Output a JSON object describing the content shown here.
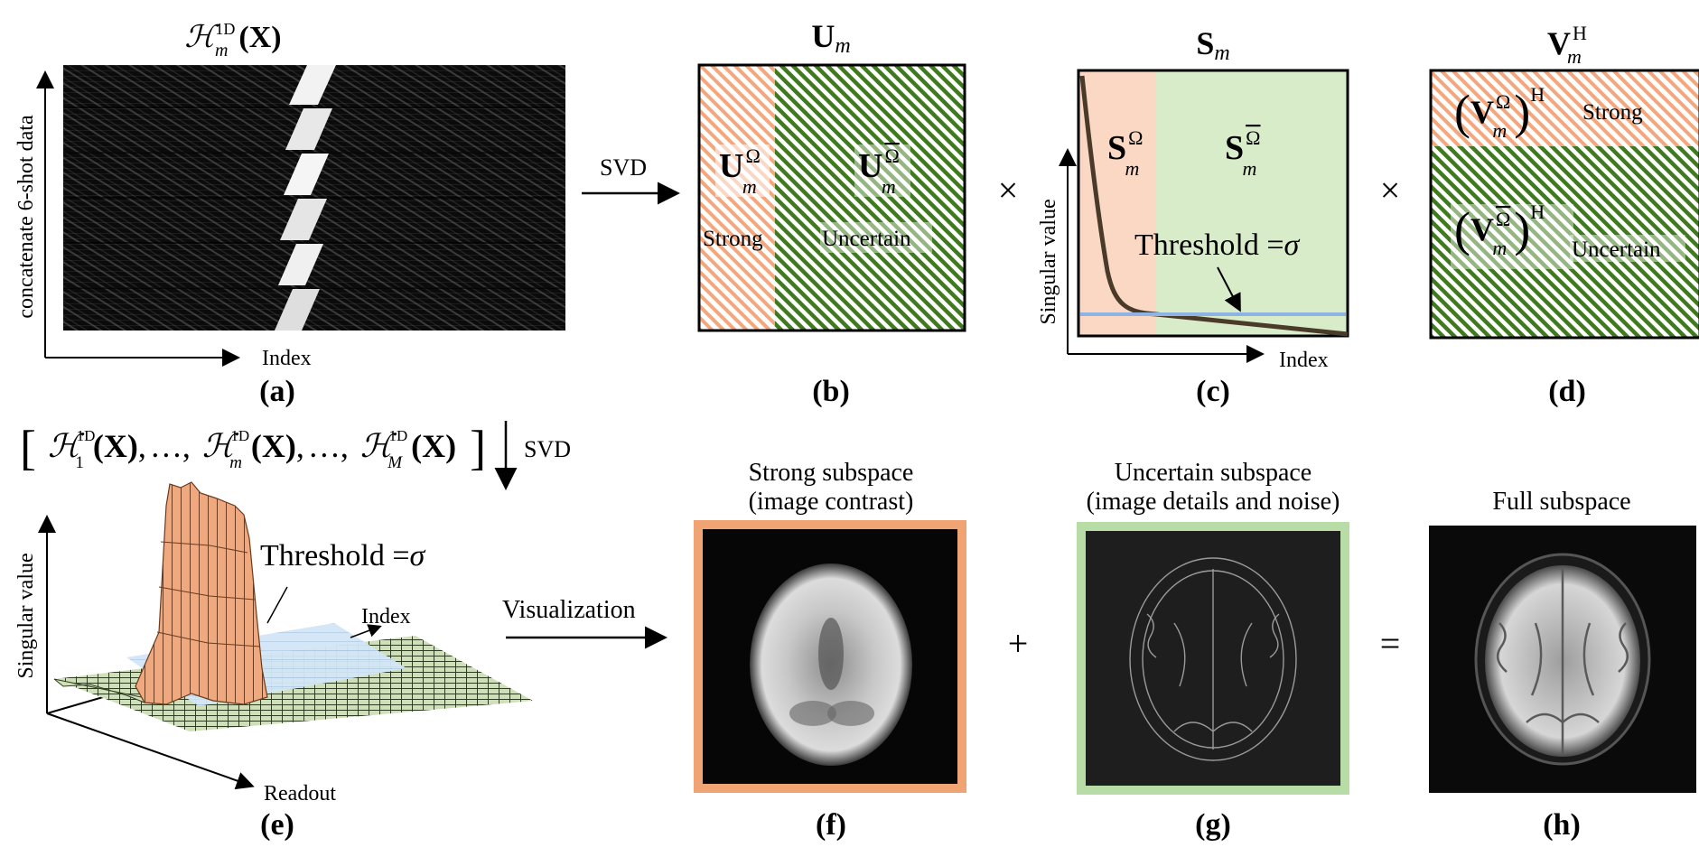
{
  "panels": {
    "a": {
      "label": "(a)",
      "title_base": "ℋ",
      "title_sub": "m",
      "title_sup": "1D",
      "title_arg": "(X)",
      "y_axis": "concatenate 6-shot data",
      "x_axis": "Index"
    },
    "b": {
      "label": "(b)",
      "title_base": "U",
      "title_sub": "m",
      "left_base": "U",
      "left_sub": "m",
      "left_sup": "Ω",
      "right_base": "U",
      "right_sub": "m",
      "right_sup": "Ω",
      "left_word": "Strong",
      "right_word": "Uncertain"
    },
    "c": {
      "label": "(c)",
      "title_base": "S",
      "title_sub": "m",
      "left_base": "S",
      "left_sub": "m",
      "left_sup": "Ω",
      "right_base": "S",
      "right_sub": "m",
      "right_sup": "Ω",
      "threshold_text": "Threshold =",
      "sigma": "σ",
      "y_axis": "Singular value",
      "x_axis": "Index"
    },
    "d": {
      "label": "(d)",
      "title_base": "V",
      "title_sub": "m",
      "title_sup": "H",
      "top_base": "V",
      "top_sub": "m",
      "top_sup": "Ω",
      "top_outer_sup": "H",
      "top_word": "Strong",
      "bottom_base": "V",
      "bottom_sub": "m",
      "bottom_sup": "Ω",
      "bottom_outer_sup": "H",
      "bottom_word": "Uncertain"
    },
    "e": {
      "label": "(e)",
      "y_axis": "Singular value",
      "index_axis": "Index",
      "readout_axis": "Readout",
      "threshold_text": "Threshold =",
      "sigma": "σ"
    },
    "f": {
      "label": "(f)",
      "title1": "Strong subspace",
      "title2": "(image contrast)"
    },
    "g": {
      "label": "(g)",
      "title1": "Uncertain subspace",
      "title2": "(image details and noise)"
    },
    "h": {
      "label": "(h)",
      "title": "Full subspace"
    }
  },
  "operators": {
    "svd_top": "SVD",
    "svd_side": "SVD",
    "visualization": "Visualization",
    "times1": "×",
    "times2": "×",
    "plus": "+",
    "equals": "="
  },
  "formula": {
    "h": "ℋ",
    "x": "(X)",
    "sup": "1D",
    "sub1": "1",
    "subm": "m",
    "subM": "M",
    "comma": ",",
    "dots": "…"
  },
  "colors": {
    "strong": "#f4a77c",
    "strong_bg": "#fad8c4",
    "uncertain": "#3f7a1e",
    "uncertain_bg": "#d8ecc9",
    "threshold_line": "#8fb4e3",
    "orange_frame": "#f0a474",
    "green_frame": "#b8dca5"
  }
}
